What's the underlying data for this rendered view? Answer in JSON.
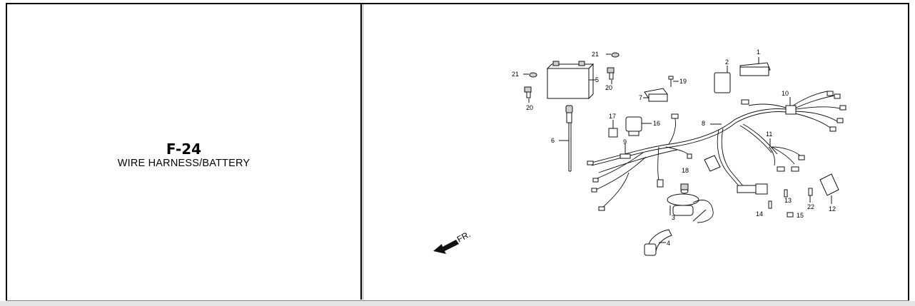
{
  "figure": {
    "code": "F-24",
    "name": "WIRE HARNESS/BATTERY"
  },
  "diagram": {
    "direction_label": "FR.",
    "callouts": [
      "1",
      "2",
      "3",
      "4",
      "5",
      "6",
      "7",
      "8",
      "9",
      "10",
      "11",
      "12",
      "13",
      "14",
      "15",
      "16",
      "17",
      "18",
      "19",
      "20",
      "20",
      "21",
      "21",
      "22"
    ]
  }
}
